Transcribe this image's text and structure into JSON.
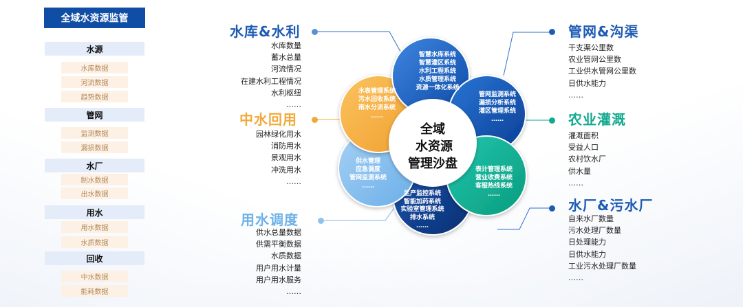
{
  "sidebar": {
    "title": "全域水资源监管",
    "categories": [
      {
        "label": "水源",
        "items": [
          "水库数据",
          "河流数据",
          "趋势数据"
        ]
      },
      {
        "label": "管网",
        "items": [
          "监测数据",
          "漏损数据"
        ]
      },
      {
        "label": "水厂",
        "items": [
          "制水数据",
          "出水数据"
        ]
      },
      {
        "label": "用水",
        "items": [
          "用水数据",
          "水质数据"
        ]
      },
      {
        "label": "回收",
        "items": [
          "中水数据",
          "能耗数据"
        ]
      }
    ]
  },
  "sections": {
    "reservoir": {
      "title": "水库&水利",
      "items": [
        "水库数量",
        "蓄水总量",
        "河流情况",
        "在建水利工程情况",
        "水利枢纽",
        "……"
      ]
    },
    "reclaimed": {
      "title": "中水回用",
      "items": [
        "园林绿化用水",
        "消防用水",
        "景观用水",
        "冲洗用水",
        "……"
      ]
    },
    "dispatch": {
      "title": "用水调度",
      "items": [
        "供水总量数据",
        "供需平衡数据",
        "水质数据",
        "用户用水计量",
        "用户用水服务",
        "……"
      ]
    },
    "pipe": {
      "title": "管网&沟渠",
      "items": [
        "干支渠公里数",
        "农业管网公里数",
        "工业供水管网公里数",
        "日供水能力",
        "……"
      ]
    },
    "irrigation": {
      "title": "农业灌溉",
      "items": [
        "灌溉面积",
        "受益人口",
        "农村饮水厂",
        "供水量",
        "……"
      ]
    },
    "plant": {
      "title": "水厂&污水厂",
      "items": [
        "自来水厂数量",
        "污水处理厂数量",
        "日处理能力",
        "日供水能力",
        "工业污水处理厂数量",
        "……"
      ]
    }
  },
  "center": {
    "lines": [
      "全域",
      "水资源",
      "管理沙盘"
    ]
  },
  "petals": [
    {
      "id": "top",
      "lines": [
        "智慧水库系统",
        "智慧灌区系统",
        "水利工程系统",
        "水质管理系统",
        "资源一体化系统"
      ]
    },
    {
      "id": "top-right",
      "lines": [
        "管网监测系统",
        "漏损分析系统",
        "灌区管理系统",
        "……"
      ]
    },
    {
      "id": "bottom-right",
      "lines": [
        "表计管理系统",
        "营业收费系统",
        "客服热线系统",
        "……"
      ]
    },
    {
      "id": "bottom",
      "lines": [
        "生产监控系统",
        "智能加药系统",
        "实验室管理系统",
        "排水系统",
        "……"
      ]
    },
    {
      "id": "bottom-left",
      "lines": [
        "供水管理",
        "应急调度",
        "管网监测系统",
        "……"
      ]
    },
    {
      "id": "top-left",
      "lines": [
        "水表管理系统",
        "污水回收系统",
        "雨水分流系统",
        "……"
      ]
    }
  ],
  "colors": {
    "dark_blue": "#1d5bb5",
    "orange": "#f2a93b",
    "light_blue": "#6fb1e9",
    "teal": "#12a98f"
  }
}
